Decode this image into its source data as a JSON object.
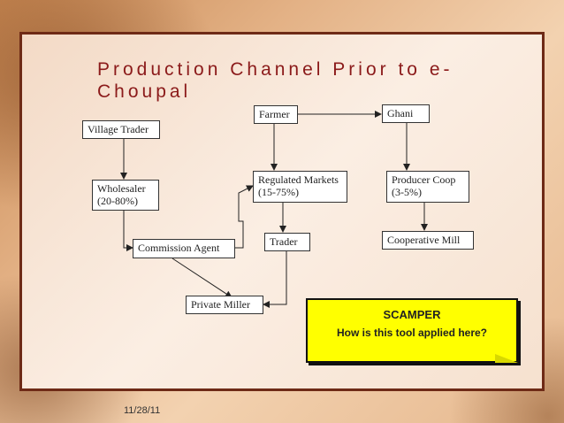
{
  "slide": {
    "title": "Production Channel Prior to e-Choupal",
    "date": "11/28/11"
  },
  "nodes": {
    "farmer": "Farmer",
    "ghani": "Ghani",
    "village_trader": "Village Trader",
    "regulated_markets": "Regulated Markets\n(15-75%)",
    "producer_coop": "Producer Coop\n(3-5%)",
    "wholesaler": "Wholesaler\n(20-80%)",
    "trader": "Trader",
    "cooperative_mill": "Cooperative Mill",
    "commission_agent": "Commission Agent",
    "private_miller": "Private Miller"
  },
  "callout": {
    "heading": "SCAMPER",
    "question": "How is this tool applied here?"
  },
  "colors": {
    "title": "#8b1a1a",
    "frame_border": "#6e2a16",
    "callout_fill": "#ffff00"
  }
}
